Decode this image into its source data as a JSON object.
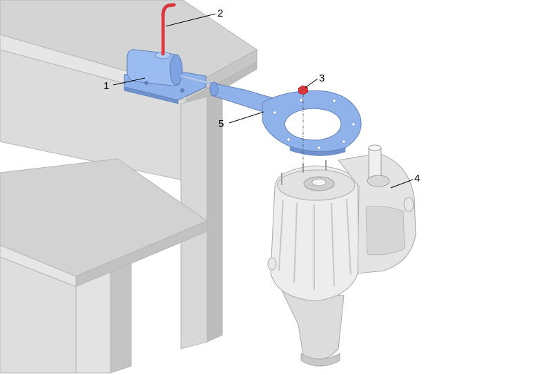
{
  "callouts": [
    {
      "id": "c1",
      "label": "1"
    },
    {
      "id": "c2",
      "label": "2"
    },
    {
      "id": "c3",
      "label": "3"
    },
    {
      "id": "c4",
      "label": "4"
    },
    {
      "id": "c5",
      "label": "5"
    }
  ],
  "colors": {
    "tool_blue": "#8fb2ea",
    "tool_blue_dark": "#6f92cf",
    "handle_red": "#d9363e",
    "bench_top": "#d4d4d4",
    "bench_side": "#bdbdbd",
    "bench_front": "#e3e3e3",
    "housing_light": "#efefef",
    "housing_mid": "#d9d9d9",
    "housing_dark": "#bfbfbf",
    "outline": "#a8a8a8"
  }
}
